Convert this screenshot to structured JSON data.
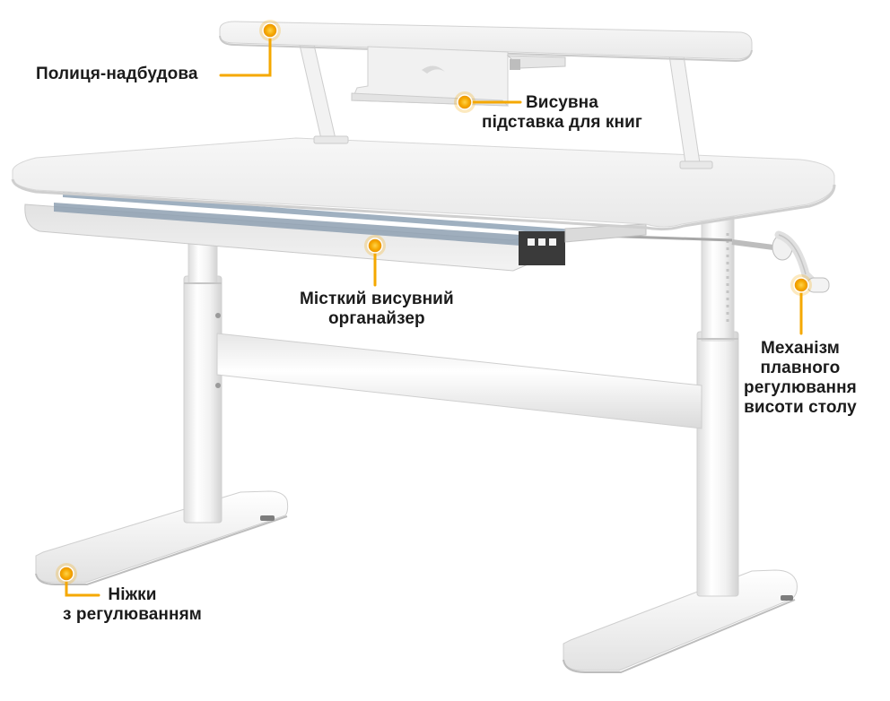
{
  "accent_color": "#f5a800",
  "marker_icon": "sun-dot-icon",
  "callouts": {
    "shelf": {
      "label": "Полиця-надбудова"
    },
    "book_stand": {
      "line1": "Висувна",
      "line2": "підставка для книг"
    },
    "organizer": {
      "line1": "Місткий висувний",
      "line2": "органайзер"
    },
    "mechanism": {
      "line1": "Механізм",
      "line2": "плавного",
      "line3": "регулювання",
      "line4": "висоти столу"
    },
    "legs": {
      "line1": "Ніжки",
      "line2": "з регулюванням"
    }
  }
}
